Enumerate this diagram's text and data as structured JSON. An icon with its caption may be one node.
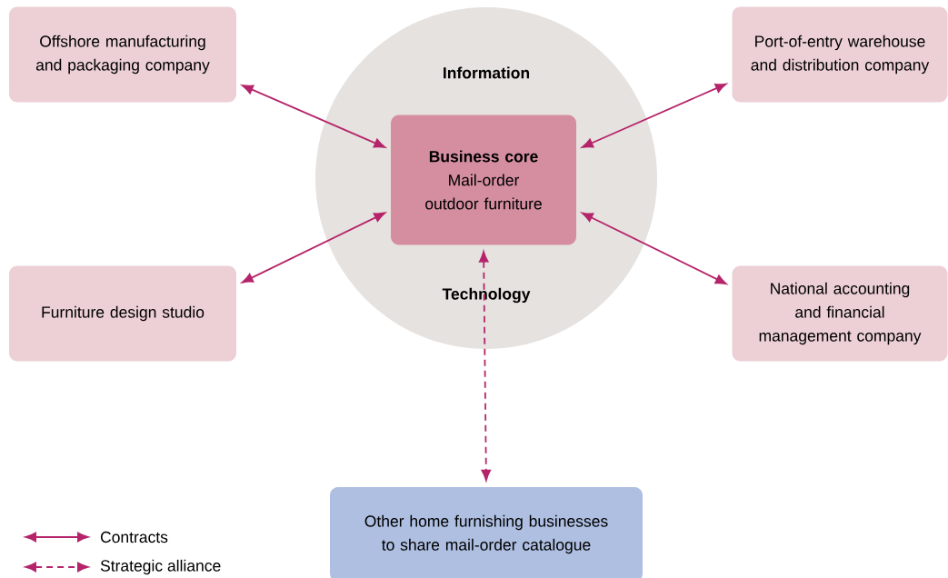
{
  "diagram": {
    "nodes": [
      {
        "text": [
          "Information",
          "Technology"
        ]
      },
      {
        "text": [
          "Business core",
          "Mail-order outdoor furniture"
        ],
        "in": 0
      },
      {
        "text": [
          "Offshore manufacturing and packaging company"
        ]
      },
      {
        "text": [
          "Port-of-entry warehouse and distribution company"
        ]
      },
      {
        "text": [
          "Furniture design studio"
        ]
      },
      {
        "text": [
          "National accounting and financial management company"
        ]
      },
      {
        "text": [
          "Other home furnishing businesses to share mail-order catalogue"
        ]
      }
    ],
    "edges": [
      {
        "from": 1,
        "to": 2,
        "arrow": "both"
      },
      {
        "from": 1,
        "to": 3,
        "arrow": "both"
      },
      {
        "from": 1,
        "to": 4,
        "arrow": "both"
      },
      {
        "from": 1,
        "to": 5,
        "arrow": "both"
      },
      {
        "from": 1,
        "to": 6,
        "arrow": "both",
        "style": "dashed"
      }
    ],
    "legend": [
      {
        "text": "Contracts"
      },
      {
        "text": "Strategic alliance"
      }
    ]
  }
}
